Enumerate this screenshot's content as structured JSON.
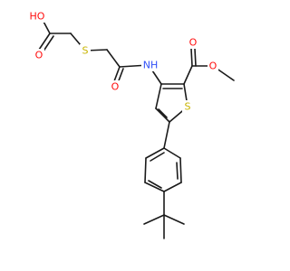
{
  "molecule": {
    "atom_labels": {
      "hydroxyl_o": "HO",
      "acid_carbonyl_o": "O",
      "thioether_s": "S",
      "amide_o": "O",
      "amide_nh": "NH",
      "ester_carbonyl_o": "O",
      "ester_o": "O",
      "ring_s": "S"
    },
    "colors": {
      "oxygen": "#ff0d0d",
      "nitrogen": "#3050f8",
      "sulfur": "#c8b400",
      "bond": "#1a1a1a"
    }
  }
}
